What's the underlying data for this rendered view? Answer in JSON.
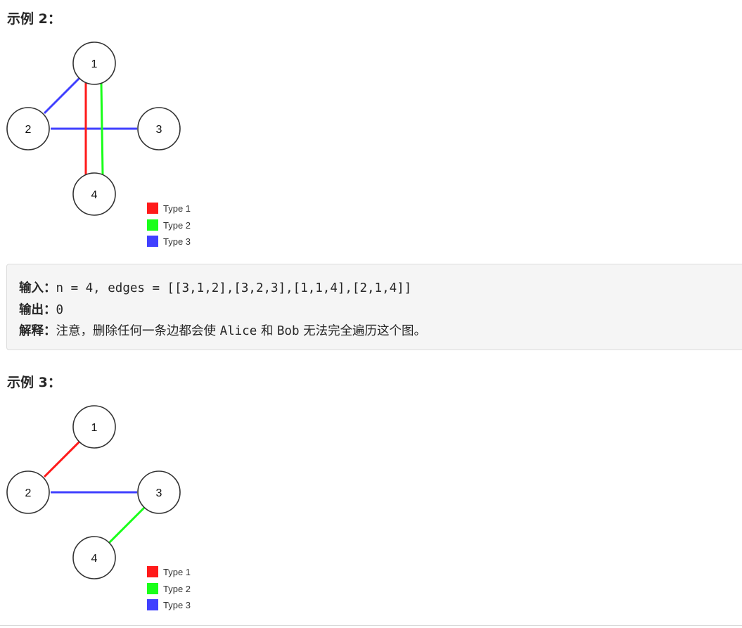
{
  "example2": {
    "heading": "示例 2：",
    "nodes": [
      "1",
      "2",
      "3",
      "4"
    ],
    "edges": [
      {
        "type": 3,
        "from": "1",
        "to": "2"
      },
      {
        "type": 3,
        "from": "2",
        "to": "3"
      },
      {
        "type": 1,
        "from": "1",
        "to": "4"
      },
      {
        "type": 2,
        "from": "1",
        "to": "4"
      }
    ],
    "legend": [
      {
        "label": "Type 1",
        "color": "#ff1a1a"
      },
      {
        "label": "Type 2",
        "color": "#19ff19"
      },
      {
        "label": "Type 3",
        "color": "#4040ff"
      }
    ],
    "input_label": "输入：",
    "input_value": "n = 4, edges = [[3,1,2],[3,2,3],[1,1,4],[2,1,4]]",
    "output_label": "输出：",
    "output_value": "0",
    "explain_label": "解释：",
    "explain_a": "注意，删除任何一条边都会使 ",
    "explain_alice": "Alice",
    "explain_b": " 和 ",
    "explain_bob": "Bob",
    "explain_c": " 无法完全遍历这个图。"
  },
  "example3": {
    "heading": "示例 3：",
    "nodes": [
      "1",
      "2",
      "3",
      "4"
    ],
    "edges": [
      {
        "type": 1,
        "from": "1",
        "to": "2"
      },
      {
        "type": 3,
        "from": "2",
        "to": "3"
      },
      {
        "type": 2,
        "from": "3",
        "to": "4"
      }
    ],
    "legend": [
      {
        "label": "Type 1",
        "color": "#ff1a1a"
      },
      {
        "label": "Type 2",
        "color": "#19ff19"
      },
      {
        "label": "Type 3",
        "color": "#4040ff"
      }
    ]
  }
}
